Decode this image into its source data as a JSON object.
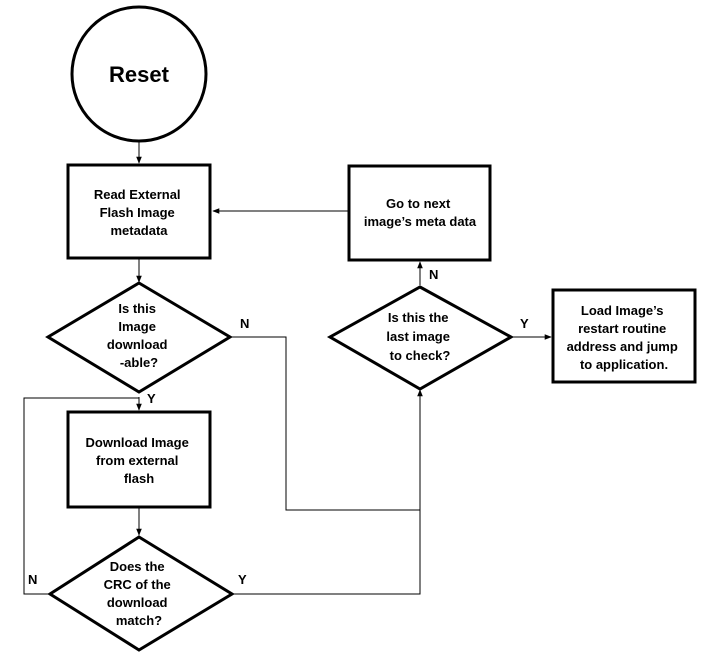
{
  "nodes": {
    "reset": {
      "text": "Reset"
    },
    "read_metadata": {
      "lines": [
        "Read External",
        "Flash Image",
        "metadata"
      ]
    },
    "is_downloadable": {
      "lines": [
        "Is this",
        "Image",
        "download",
        "-able?"
      ]
    },
    "download_image": {
      "lines": [
        "Download Image",
        "from external",
        "flash"
      ]
    },
    "crc_match": {
      "lines": [
        "Does the",
        "CRC of the",
        "download",
        "match?"
      ]
    },
    "go_next": {
      "lines": [
        "Go to next",
        "image’s meta data"
      ]
    },
    "is_last": {
      "lines": [
        "Is this the",
        "last image",
        "to check?"
      ]
    },
    "load_image": {
      "lines": [
        "Load Image’s",
        "restart routine",
        "address and jump",
        "to application."
      ]
    }
  },
  "edge_labels": {
    "downloadable_no": "N",
    "downloadable_yes": "Y",
    "crc_no": "N",
    "crc_yes": "Y",
    "last_no": "N",
    "last_yes": "Y"
  }
}
